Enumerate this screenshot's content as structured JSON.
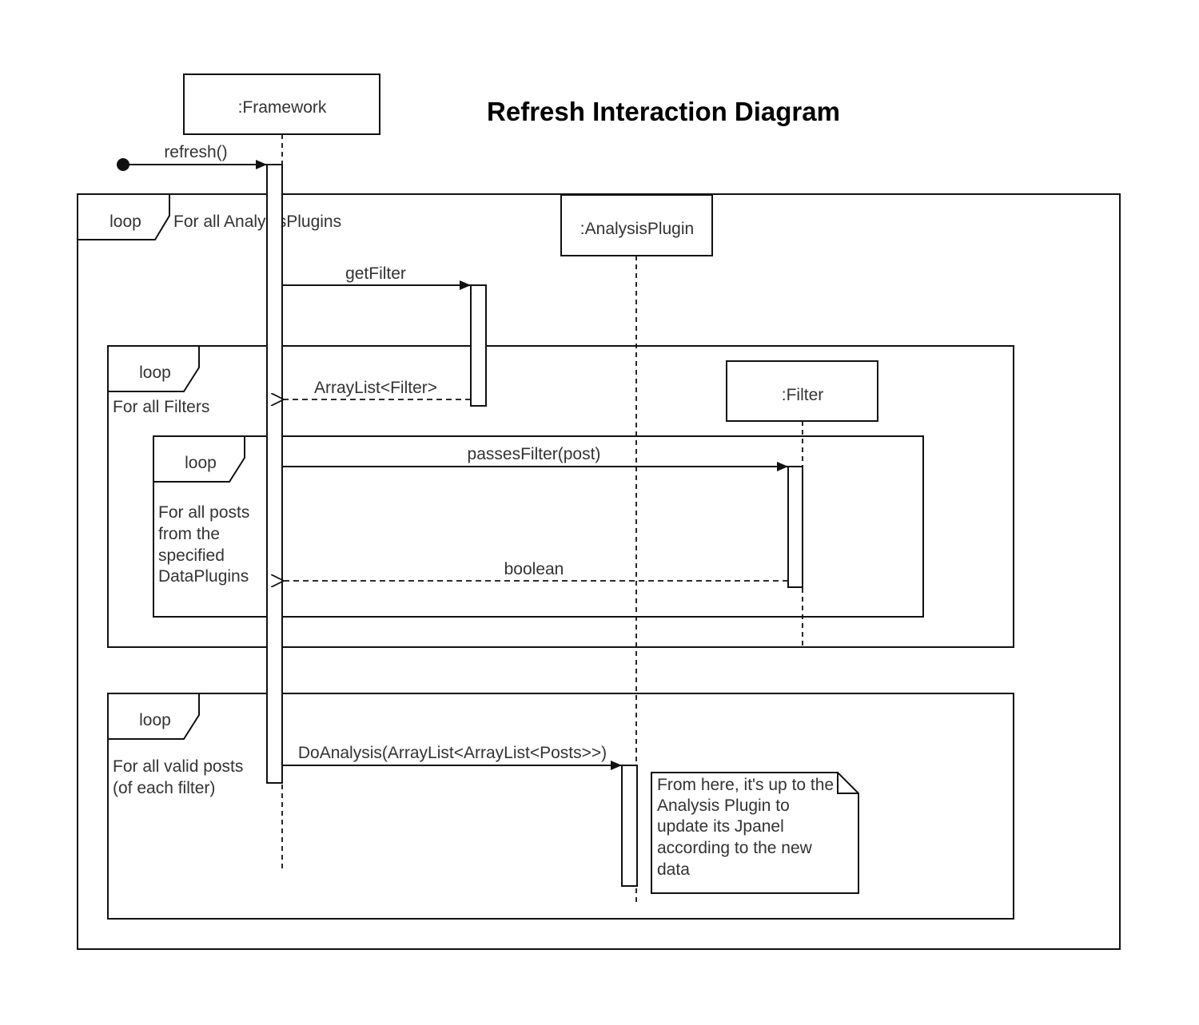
{
  "title": "Refresh Interaction Diagram",
  "lifelines": {
    "framework": ":Framework",
    "analysis_plugin": ":AnalysisPlugin",
    "filter": ":Filter"
  },
  "loops": {
    "outer": {
      "tag": "loop",
      "condition": "For all AnalysisPlugins"
    },
    "filters": {
      "tag": "loop",
      "condition": "For all Filters"
    },
    "posts": {
      "tag": "loop",
      "condition_lines": [
        "For all posts",
        "from the",
        "specified",
        "DataPlugins"
      ]
    },
    "valid": {
      "tag": "loop",
      "condition_lines": [
        "For all valid posts",
        "(of each filter)"
      ]
    }
  },
  "messages": {
    "refresh": "refresh()",
    "get_filter": "getFilter",
    "array_list_filter": "ArrayList<Filter>",
    "passes_filter": "passesFilter(post)",
    "boolean_return": "boolean",
    "do_analysis": "DoAnalysis(ArrayList<ArrayList<Posts>>)"
  },
  "note": {
    "lines": [
      "From here, it's up to the",
      "Analysis Plugin to",
      "update its Jpanel",
      "according to the new",
      "data"
    ]
  }
}
